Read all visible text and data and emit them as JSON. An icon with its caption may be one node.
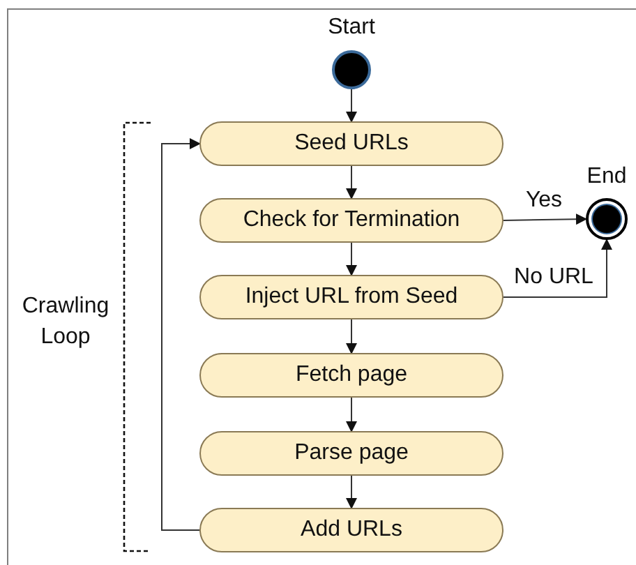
{
  "diagram": {
    "nodes": [
      {
        "text": [],
        "shape": "circle",
        "beside": [
          "Start"
        ]
      },
      {
        "text": [
          "Seed URLs"
        ]
      },
      {
        "text": [
          "Check for Termination"
        ]
      },
      {
        "text": [
          "Inject URL from Seed"
        ]
      },
      {
        "text": [
          "Fetch page"
        ]
      },
      {
        "text": [
          "Parse page"
        ]
      },
      {
        "text": [
          "Add URLs"
        ]
      },
      {
        "text": [],
        "shape": "circle",
        "beside": [
          "End"
        ]
      }
    ],
    "edges": [
      {
        "from": 0,
        "to": 1,
        "arrow": "to"
      },
      {
        "from": 1,
        "to": 2,
        "arrow": "to"
      },
      {
        "from": 2,
        "to": 7,
        "arrow": "to",
        "label": "Yes"
      },
      {
        "from": 2,
        "to": 3,
        "arrow": "to"
      },
      {
        "from": 3,
        "to": 7,
        "arrow": "to",
        "label": "No URL"
      },
      {
        "from": 3,
        "to": 4,
        "arrow": "to"
      },
      {
        "from": 4,
        "to": 5,
        "arrow": "to"
      },
      {
        "from": 5,
        "to": 6,
        "arrow": "to"
      },
      {
        "from": 6,
        "to": 1,
        "arrow": "to"
      }
    ],
    "labels": [
      "Crawling Loop"
    ]
  }
}
